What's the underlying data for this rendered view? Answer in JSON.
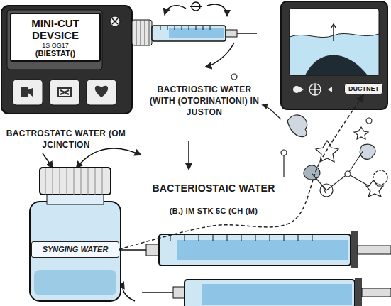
{
  "diagram": {
    "nodes": [
      {
        "text": [
          "MINI-CUT DEVSICE",
          "1S OG17",
          "(BIESTAT()"
        ]
      },
      {
        "text": [
          "DUCTNET"
        ]
      },
      {
        "text": [
          "SYNGING WATER"
        ]
      }
    ],
    "edges": [
      {
        "from": 2,
        "to": 1,
        "arrow": "to"
      }
    ],
    "labels": [
      "BACTRIOSTIC WATER (WITH (OTORINATIONI) IN JUSTON",
      "BACTROSTATC WATER (OM JCINCTION",
      "BACTERIOSTAIC WATER",
      "(B.) IM STK 5C (CH (M)"
    ]
  }
}
